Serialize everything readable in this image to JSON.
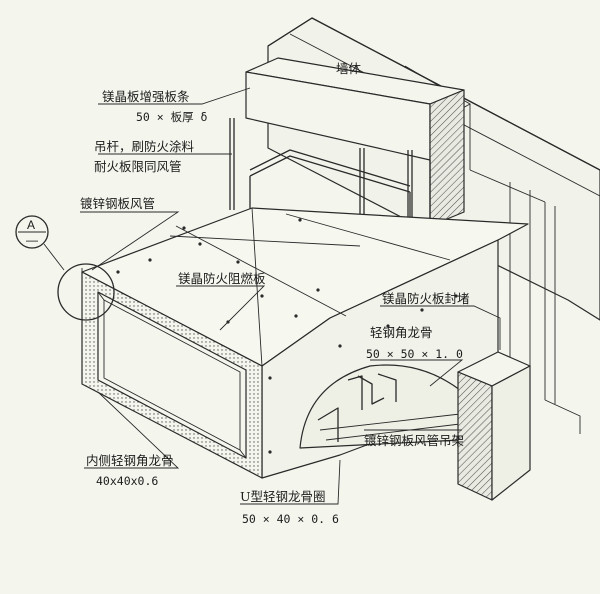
{
  "labels": {
    "wall": "墙体",
    "stiffener_title": "镁晶板增强板条",
    "stiffener_dim": "50 × 板厚 δ",
    "hanger_rod": "吊杆，刷防火涂料",
    "fire_duct": "耐火板限同风管",
    "galv_duct": "镀锌钢板风管",
    "fire_board": "镁晶防火阻燃板",
    "seal_board": "镁晶防火板封堵",
    "light_angle": "轻钢角龙骨",
    "light_angle_dim": "50 × 50 × 1. 0",
    "hanger_frame": "镀锌钢板风管吊架",
    "inner_angle": "内侧轻钢角龙骨",
    "inner_angle_dim": "40x40x0.6",
    "u_channel": "U型轻钢龙骨圈",
    "u_channel_dim": "50 × 40 × 0. 6"
  },
  "detail_marker": {
    "letter": "A",
    "sheet": "—"
  },
  "colors": {
    "line": "#2a2a2a",
    "paper": "#f4f6ee",
    "hatch": "#555555"
  }
}
